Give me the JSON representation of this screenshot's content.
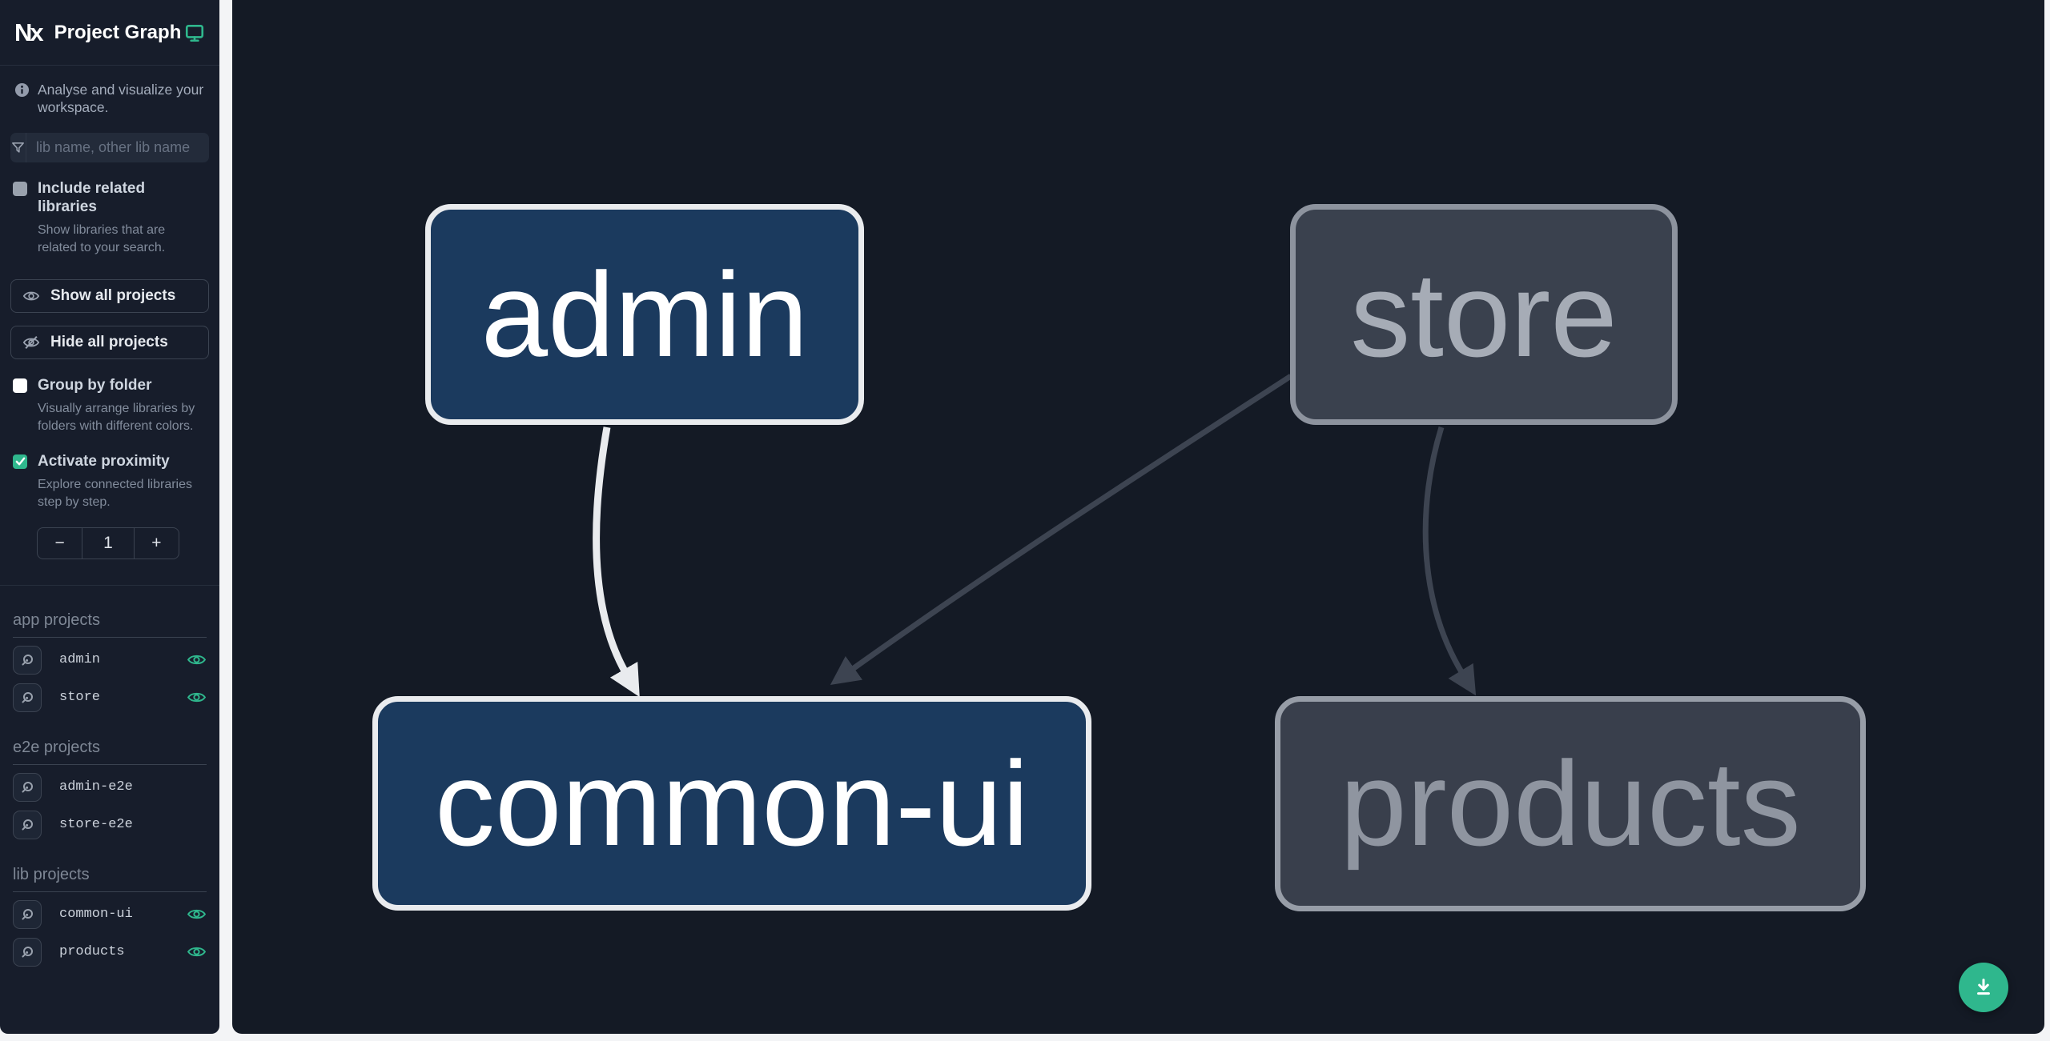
{
  "app": {
    "logo_text": "Nx",
    "title": "Project Graph"
  },
  "intro": {
    "text": "Analyse and visualize your workspace."
  },
  "filter": {
    "placeholder": "lib name, other lib name",
    "value": ""
  },
  "toggles": {
    "include_related": {
      "label": "Include related libraries",
      "description": "Show libraries that are related to your search.",
      "checked": false
    },
    "group_by_folder": {
      "label": "Group by folder",
      "description": "Visually arrange libraries by folders with different colors.",
      "checked": false
    },
    "activate_proximity": {
      "label": "Activate proximity",
      "description": "Explore connected libraries step by step.",
      "checked": true
    }
  },
  "actions": {
    "show_all": "Show all projects",
    "hide_all": "Hide all projects"
  },
  "stepper": {
    "decrement": "−",
    "value": "1",
    "increment": "+"
  },
  "sections": {
    "app": {
      "title": "app projects",
      "items": [
        {
          "name": "admin",
          "visible": true
        },
        {
          "name": "store",
          "visible": true
        }
      ]
    },
    "e2e": {
      "title": "e2e projects",
      "items": [
        {
          "name": "admin-e2e",
          "visible": false
        },
        {
          "name": "store-e2e",
          "visible": false
        }
      ]
    },
    "lib": {
      "title": "lib projects",
      "items": [
        {
          "name": "common-ui",
          "visible": true
        },
        {
          "name": "products",
          "visible": true
        }
      ]
    }
  },
  "graph": {
    "nodes": [
      {
        "id": "admin",
        "label": "admin",
        "state": "highlighted"
      },
      {
        "id": "store",
        "label": "store",
        "state": "dimmed"
      },
      {
        "id": "common-ui",
        "label": "common-ui",
        "state": "highlighted"
      },
      {
        "id": "products",
        "label": "products",
        "state": "dimmed"
      }
    ],
    "edges": [
      {
        "source": "admin",
        "target": "common-ui",
        "state": "highlighted"
      },
      {
        "source": "store",
        "target": "common-ui",
        "state": "dimmed"
      },
      {
        "source": "store",
        "target": "products",
        "state": "dimmed"
      }
    ]
  },
  "fab": {
    "icon": "download-icon"
  },
  "colors": {
    "accent": "#2fb78d",
    "node_highlight_fill": "#1b3a5e",
    "node_highlight_border": "#e9ebee",
    "node_dim_fill": "#3a414e",
    "node_dim_border": "#8d939e",
    "edge_highlight": "#e9ebee",
    "edge_dim": "#3d4451",
    "sidebar_bg": "#171d2b",
    "canvas_bg": "#141a25"
  }
}
